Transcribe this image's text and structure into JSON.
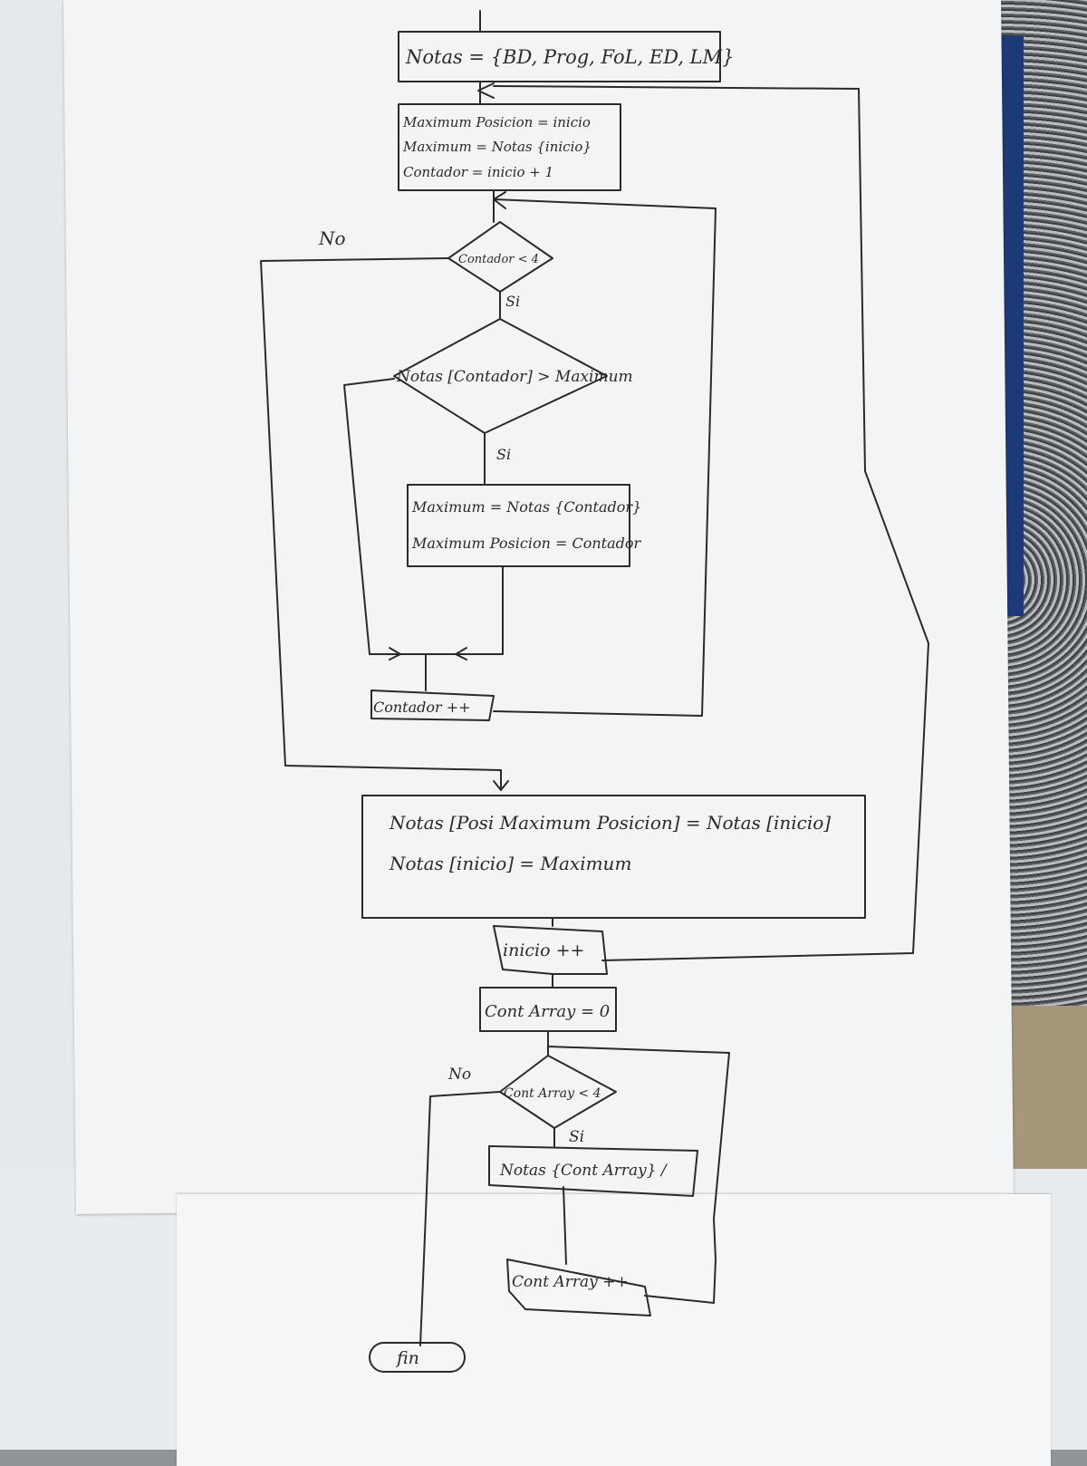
{
  "nodes": {
    "notas_def": "Notas = {BD, Prog, FoL, ED, LM}",
    "init_line1": "Maximum Posicion = inicio",
    "init_line2": "Maximum = Notas {inicio}",
    "init_line3": "Contador = inicio + 1",
    "cond_contador": "Contador < 4",
    "cond_notas": "Notas [Contador] > Maximum",
    "update_line1": "Maximum = Notas {Contador}",
    "update_line2": "Maximum Posicion = Contador",
    "contador_inc": "Contador ++",
    "swap_line1": "Notas [Posi Maximum Posicion] = Notas [inicio]",
    "swap_line2": "Notas [inicio] = Maximum",
    "inicio_inc": "inicio ++",
    "cont_array_init": "Cont Array = 0",
    "cond_cont_array": "Cont Array < 4",
    "output_notas": "Notas {Cont Array} /",
    "cont_array_inc": "Cont Array ++",
    "end": "fin"
  },
  "labels": {
    "no_1": "No",
    "si_1": "Si",
    "si_2": "Si",
    "no_2": "No",
    "si_3": "Si"
  }
}
